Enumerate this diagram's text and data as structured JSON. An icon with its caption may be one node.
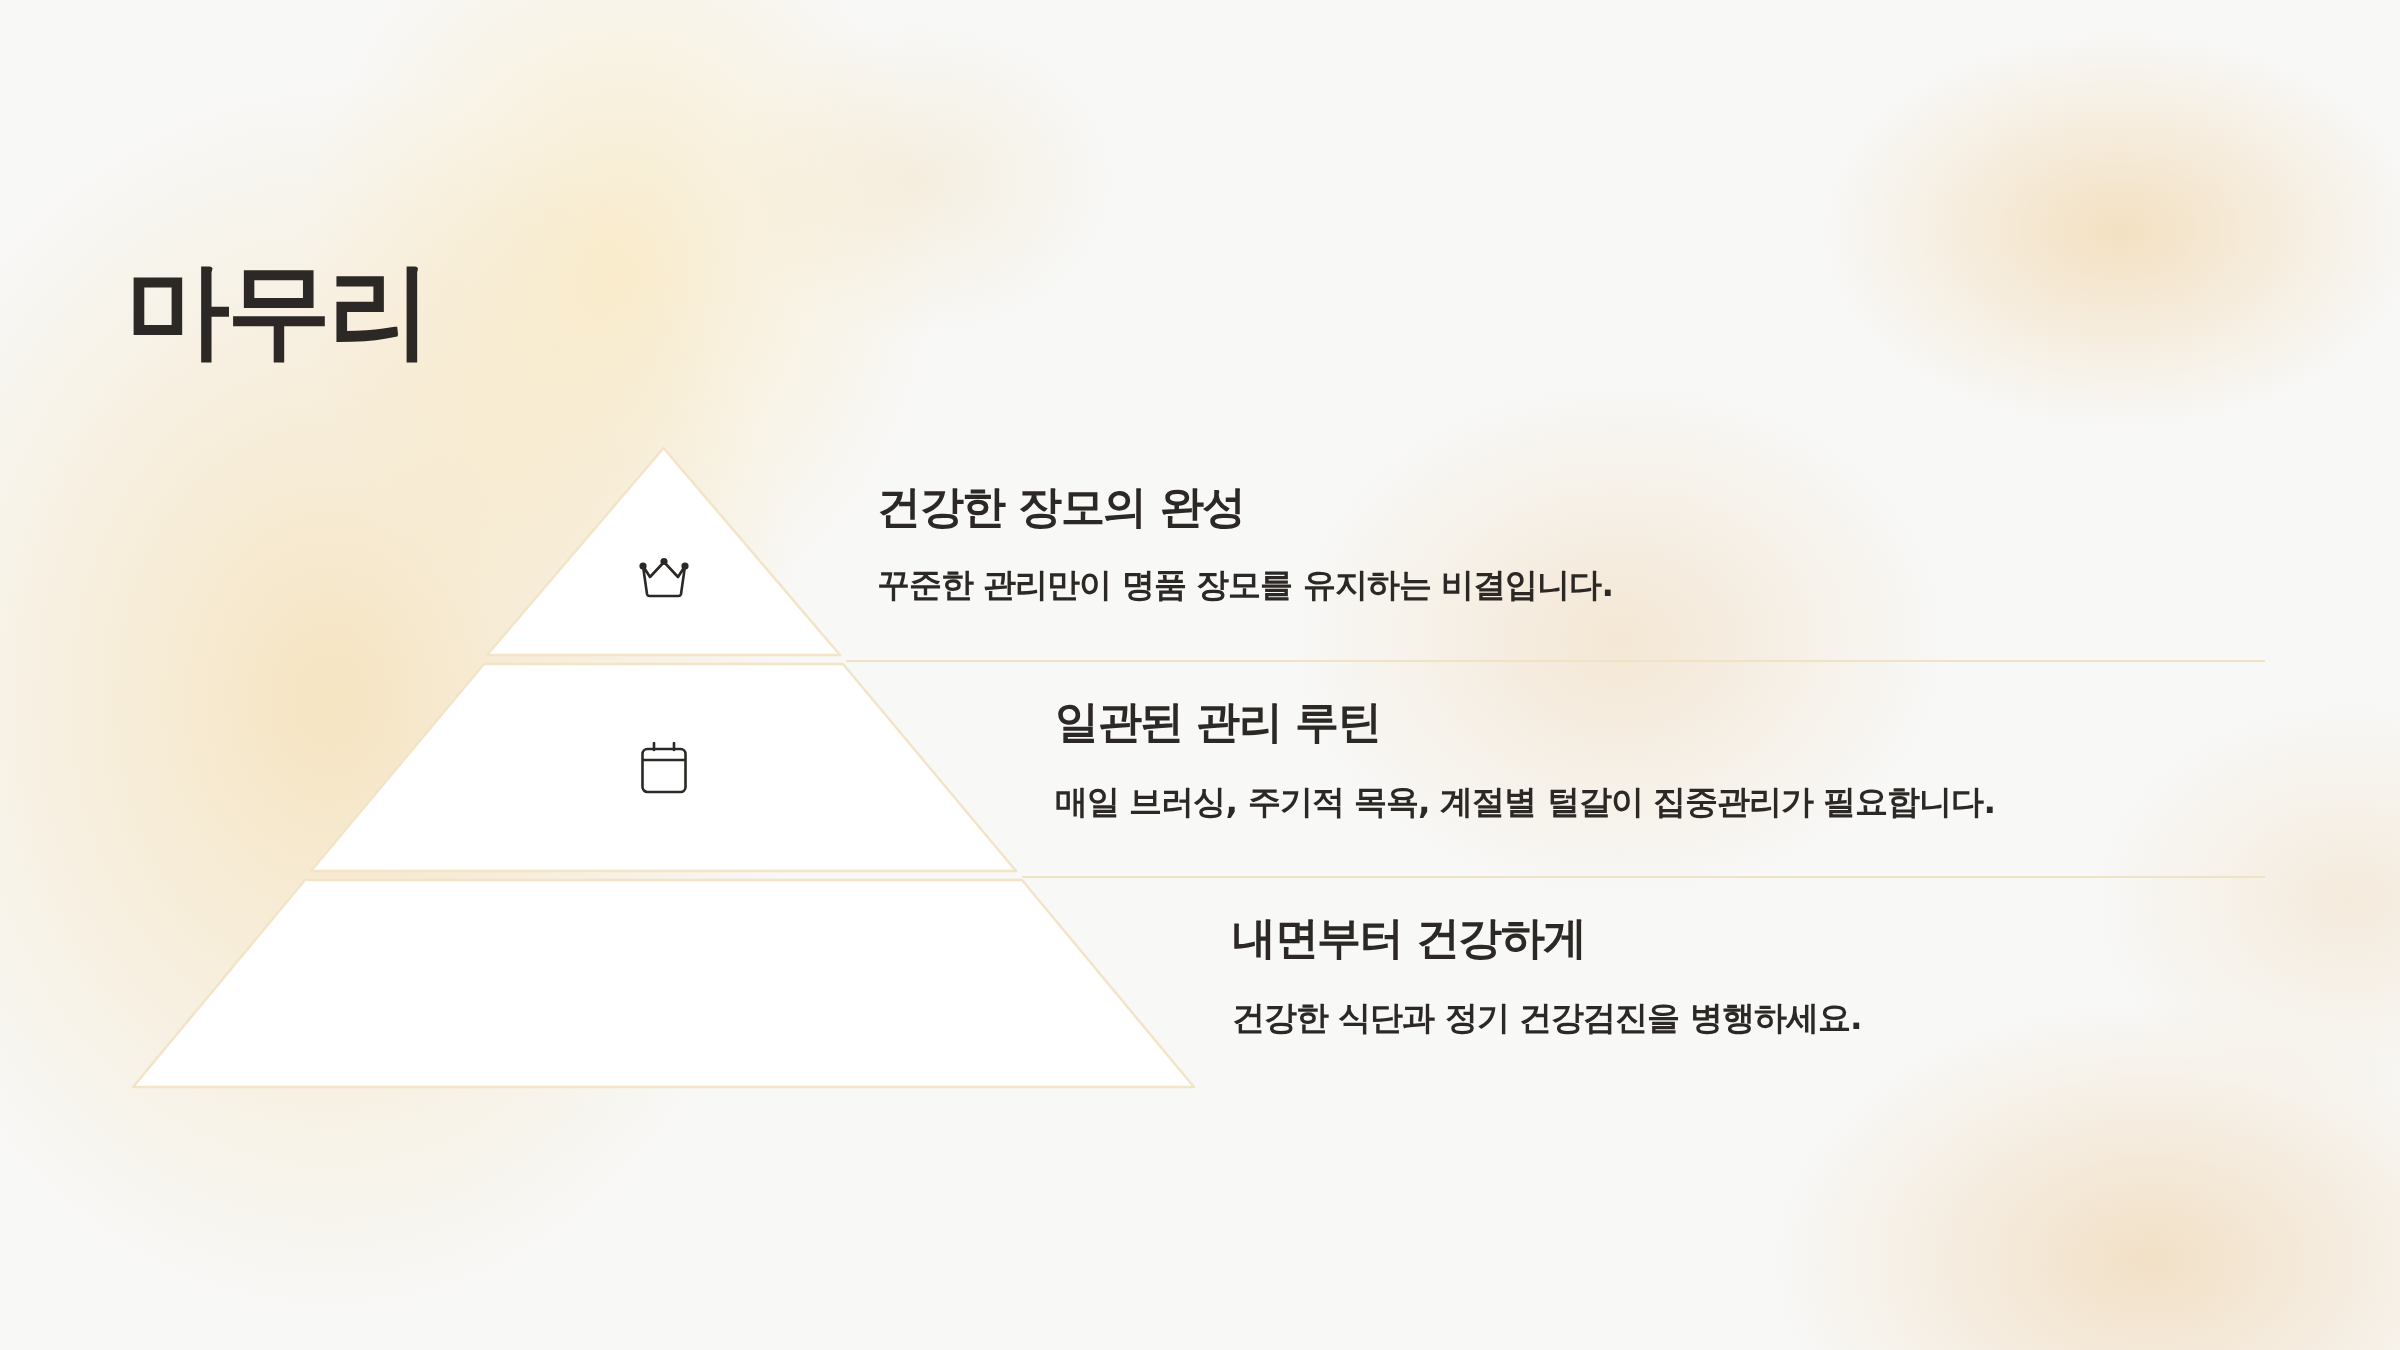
{
  "diagram": {
    "title": "마무리",
    "nodes": [
      {
        "text": [],
        "shape": "triangle",
        "beside": [
          "건강한 장모의 완성",
          "꾸준한 관리만이 명품 장모를 유지하는 비결입니다."
        ]
      },
      {
        "text": [],
        "shape": "trapezoid",
        "beside": [
          "일관된 관리 루틴",
          "매일 브러싱, 주기적 목욕, 계절별 털갈이 집중관리가 필요합니다."
        ]
      },
      {
        "text": [],
        "shape": "trapezoid",
        "beside": [
          "내면부터 건강하게",
          "건강한 식단과 정기 건강검진을 병행하세요."
        ]
      }
    ]
  }
}
